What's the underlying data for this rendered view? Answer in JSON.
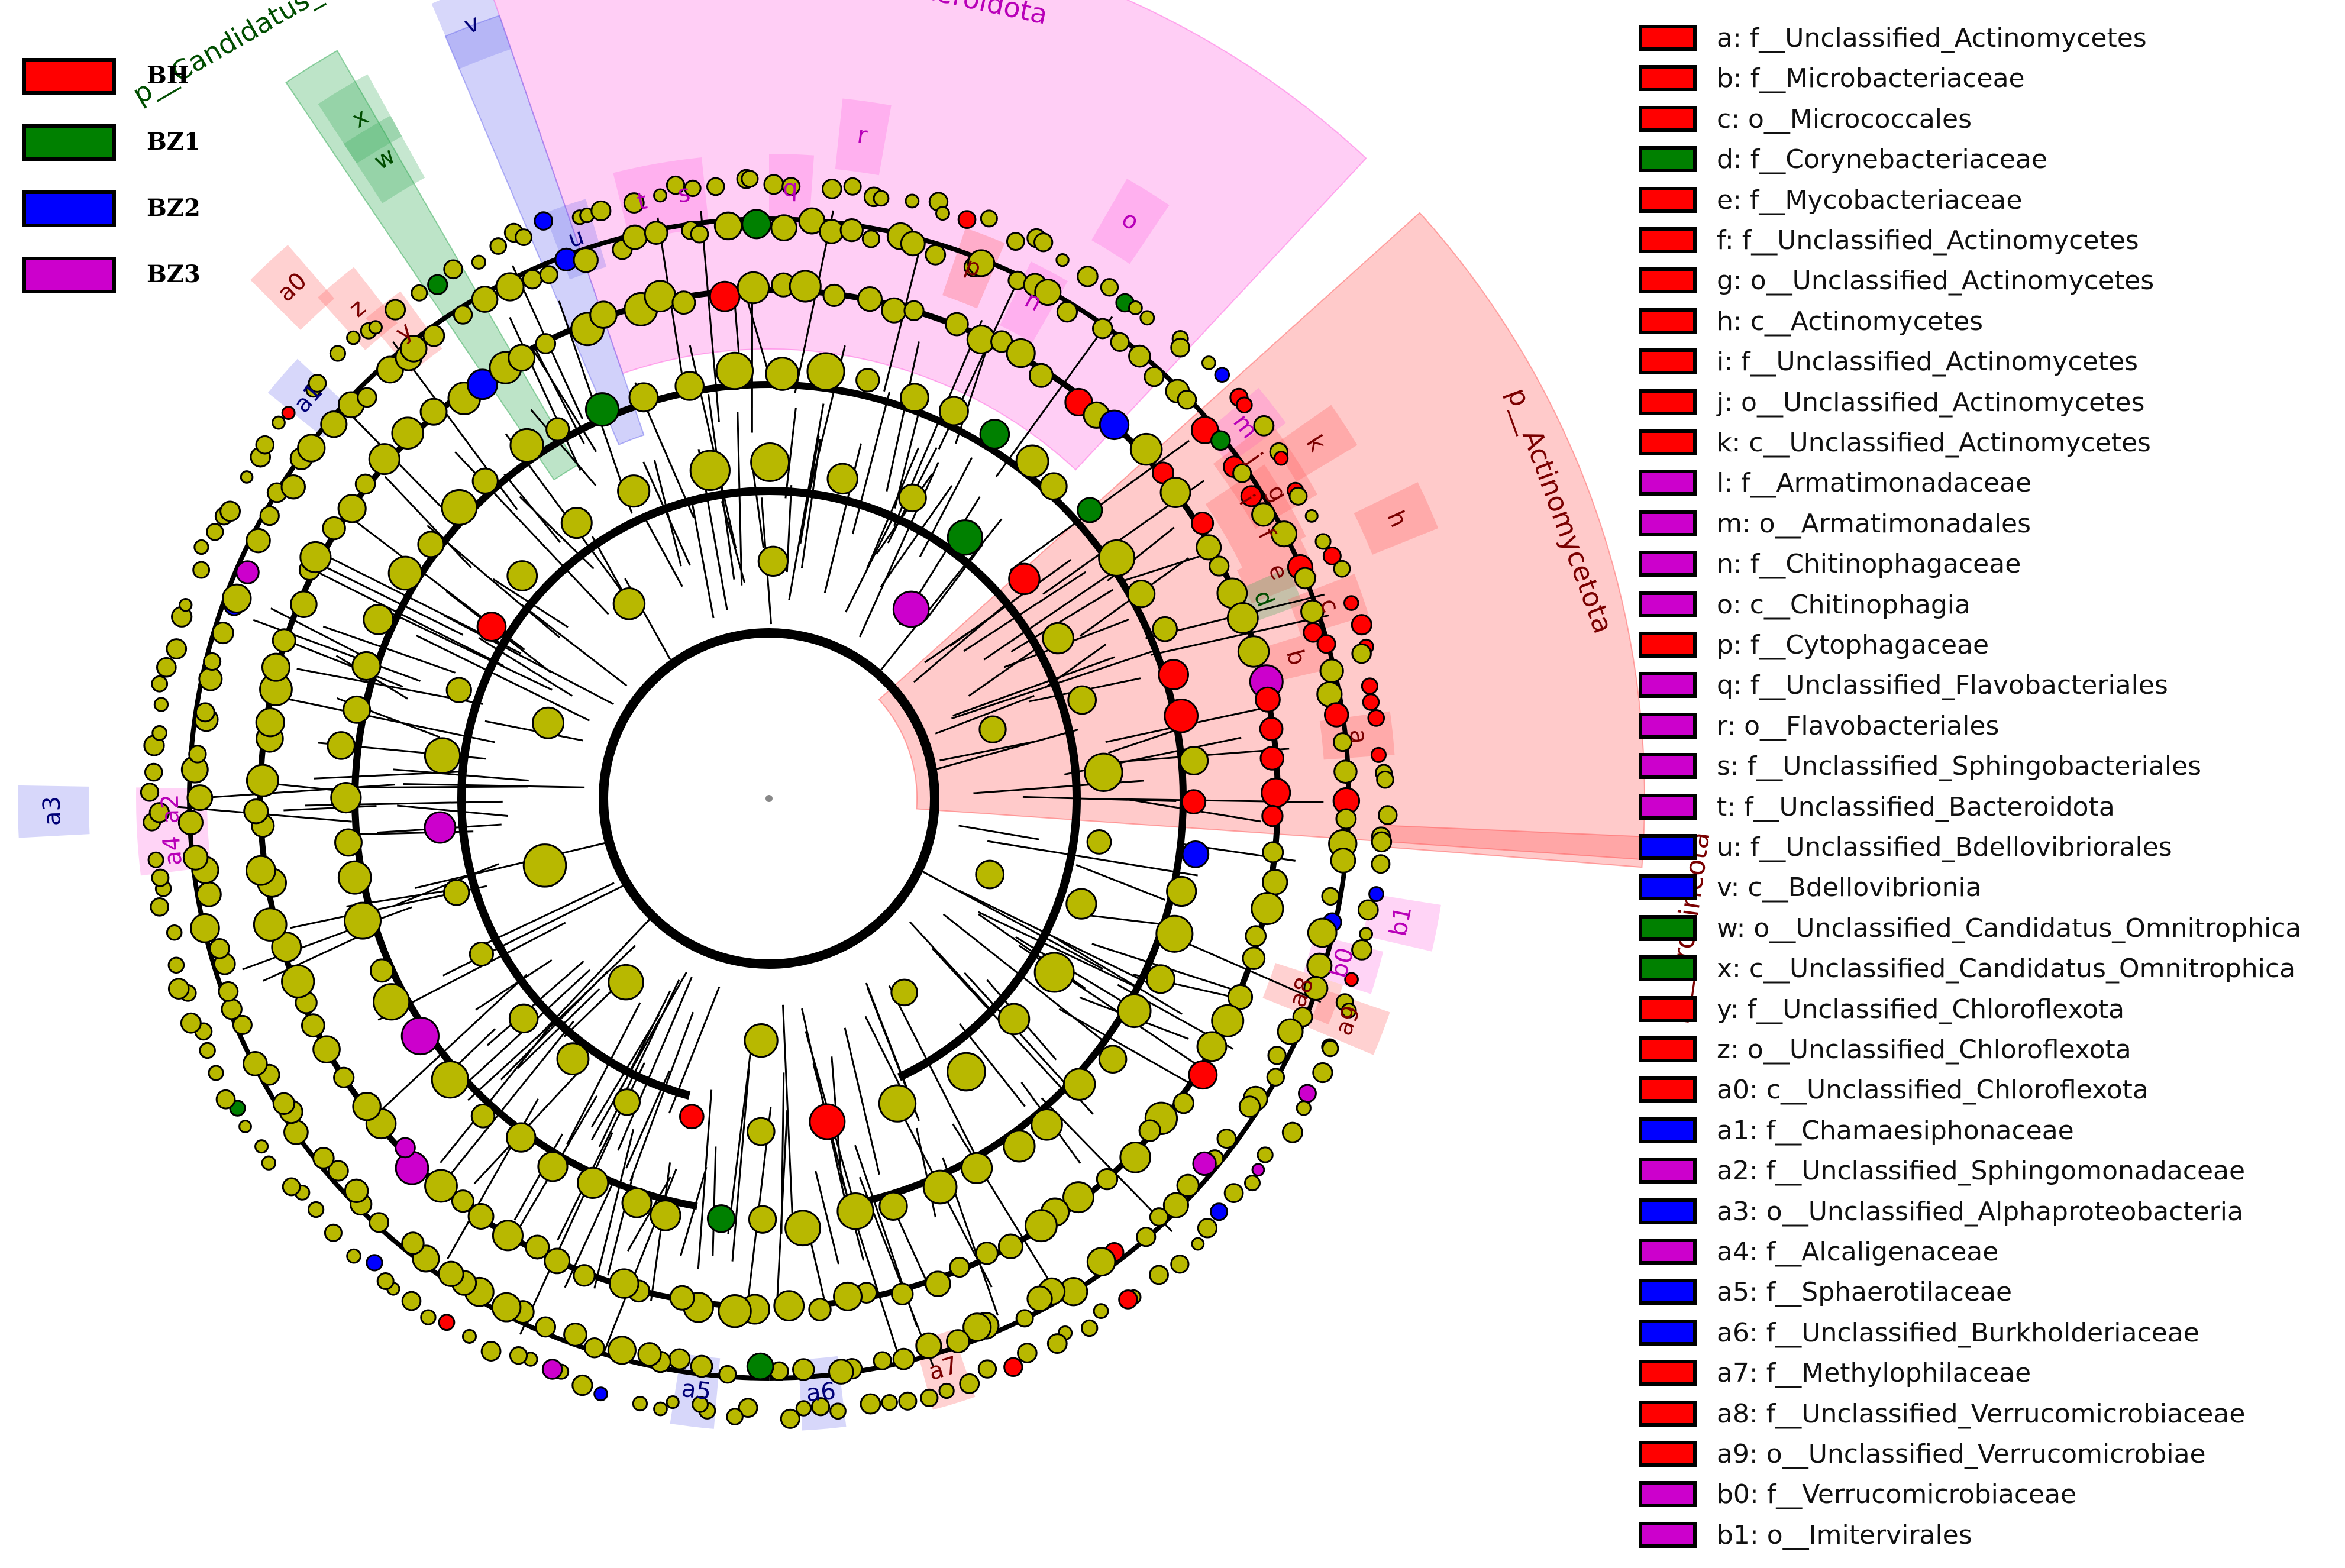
{
  "groups": [
    {
      "name": "BH",
      "color": "#ff0000"
    },
    {
      "name": "BZ1",
      "color": "#008000"
    },
    {
      "name": "BZ2",
      "color": "#0000ff"
    },
    {
      "name": "BZ3",
      "color": "#cc00cc"
    }
  ],
  "node_colors": {
    "neutral": "#b8b800",
    "BH": "#ff0000",
    "BZ1": "#008000",
    "BZ2": "#0000ff",
    "BZ3": "#cc00cc"
  },
  "taxa": [
    {
      "key": "a",
      "label": "a: f__Unclassified_Actinomycetes",
      "group": "BH"
    },
    {
      "key": "b",
      "label": "b: f__Microbacteriaceae",
      "group": "BH"
    },
    {
      "key": "c",
      "label": "c: o__Micrococcales",
      "group": "BH"
    },
    {
      "key": "d",
      "label": "d: f__Corynebacteriaceae",
      "group": "BZ1"
    },
    {
      "key": "e",
      "label": "e: f__Mycobacteriaceae",
      "group": "BH"
    },
    {
      "key": "f",
      "label": "f: f__Unclassified_Actinomycetes",
      "group": "BH"
    },
    {
      "key": "g",
      "label": "g: o__Unclassified_Actinomycetes",
      "group": "BH"
    },
    {
      "key": "h",
      "label": "h: c__Actinomycetes",
      "group": "BH"
    },
    {
      "key": "i",
      "label": "i: f__Unclassified_Actinomycetes",
      "group": "BH"
    },
    {
      "key": "j",
      "label": "j: o__Unclassified_Actinomycetes",
      "group": "BH"
    },
    {
      "key": "k",
      "label": "k: c__Unclassified_Actinomycetes",
      "group": "BH"
    },
    {
      "key": "l",
      "label": "l: f__Armatimonadaceae",
      "group": "BZ3"
    },
    {
      "key": "m",
      "label": "m: o__Armatimonadales",
      "group": "BZ3"
    },
    {
      "key": "n",
      "label": "n: f__Chitinophagaceae",
      "group": "BZ3"
    },
    {
      "key": "o",
      "label": "o: c__Chitinophagia",
      "group": "BZ3"
    },
    {
      "key": "p",
      "label": "p: f__Cytophagaceae",
      "group": "BH"
    },
    {
      "key": "q",
      "label": "q: f__Unclassified_Flavobacteriales",
      "group": "BZ3"
    },
    {
      "key": "r",
      "label": "r: o__Flavobacteriales",
      "group": "BZ3"
    },
    {
      "key": "s",
      "label": "s: f__Unclassified_Sphingobacteriales",
      "group": "BZ3"
    },
    {
      "key": "t",
      "label": "t: f__Unclassified_Bacteroidota",
      "group": "BZ3"
    },
    {
      "key": "u",
      "label": "u: f__Unclassified_Bdellovibriorales",
      "group": "BZ2"
    },
    {
      "key": "v",
      "label": "v: c__Bdellovibrionia",
      "group": "BZ2"
    },
    {
      "key": "w",
      "label": "w: o__Unclassified_Candidatus_Omnitrophica",
      "group": "BZ1"
    },
    {
      "key": "x",
      "label": "x: c__Unclassified_Candidatus_Omnitrophica",
      "group": "BZ1"
    },
    {
      "key": "y",
      "label": "y: f__Unclassified_Chloroflexota",
      "group": "BH"
    },
    {
      "key": "z",
      "label": "z: o__Unclassified_Chloroflexota",
      "group": "BH"
    },
    {
      "key": "a0",
      "label": "a0: c__Unclassified_Chloroflexota",
      "group": "BH"
    },
    {
      "key": "a1",
      "label": "a1: f__Chamaesiphonaceae",
      "group": "BZ2"
    },
    {
      "key": "a2",
      "label": "a2: f__Unclassified_Sphingomonadaceae",
      "group": "BZ3"
    },
    {
      "key": "a3",
      "label": "a3: o__Unclassified_Alphaproteobacteria",
      "group": "BZ2"
    },
    {
      "key": "a4",
      "label": "a4: f__Alcaligenaceae",
      "group": "BZ3"
    },
    {
      "key": "a5",
      "label": "a5: f__Sphaerotilaceae",
      "group": "BZ2"
    },
    {
      "key": "a6",
      "label": "a6: f__Unclassified_Burkholderiaceae",
      "group": "BZ2"
    },
    {
      "key": "a7",
      "label": "a7: f__Methylophilaceae",
      "group": "BH"
    },
    {
      "key": "a8",
      "label": "a8: f__Unclassified_Verrucomicrobiaceae",
      "group": "BH"
    },
    {
      "key": "a9",
      "label": "a9: o__Unclassified_Verrucomicrobiae",
      "group": "BH"
    },
    {
      "key": "b0",
      "label": "b0: f__Verrucomicrobiaceae",
      "group": "BZ3"
    },
    {
      "key": "b1",
      "label": "b1: o__Imitervirales",
      "group": "BZ3"
    }
  ],
  "clades": [
    {
      "name": "p__Bacteroidota",
      "group": "BZ3",
      "a0": -19,
      "a1": 43,
      "r0": 760,
      "r1": 1480
    },
    {
      "name": "p__Actinomycetota",
      "group": "BH",
      "a0": 48,
      "a1": 94,
      "r0": 250,
      "r1": 1480
    },
    {
      "name": "p__Candidatus_Omnitrophica",
      "group": "BZ1",
      "a0": -34,
      "a1": -30,
      "r0": 650,
      "r1": 1460
    },
    {
      "name": "p__Uroviricota",
      "group": "BH",
      "a0": 92.5,
      "a1": 94.5,
      "r0": 1040,
      "r1": 1480
    },
    {
      "name": "",
      "group": "BZ2",
      "a0": -23,
      "a1": -19,
      "r0": 650,
      "r1": 1400
    }
  ],
  "marker_labels": [
    {
      "key": "t",
      "group": "BZ3",
      "angle": -12,
      "rad": 1030
    },
    {
      "key": "s",
      "group": "BZ3",
      "angle": -8,
      "rad": 1030
    },
    {
      "key": "q",
      "group": "BZ3",
      "angle": 2,
      "rad": 1030
    },
    {
      "key": "r",
      "group": "BZ3",
      "angle": 8,
      "rad": 1130
    },
    {
      "key": "o",
      "group": "BZ3",
      "angle": 32,
      "rad": 1150
    },
    {
      "key": "p",
      "group": "BH",
      "angle": 21,
      "rad": 960
    },
    {
      "key": "n",
      "group": "BZ3",
      "angle": 28,
      "rad": 950
    },
    {
      "key": "m",
      "group": "BZ3",
      "angle": 52,
      "rad": 1020
    },
    {
      "key": "k",
      "group": "BH",
      "angle": 57,
      "rad": 1100
    },
    {
      "key": "j",
      "group": "BH",
      "angle": 55,
      "rad": 1000
    },
    {
      "key": "g",
      "group": "BH",
      "angle": 59,
      "rad": 1000
    },
    {
      "key": "i",
      "group": "BH",
      "angle": 58,
      "rad": 950
    },
    {
      "key": "f",
      "group": "BH",
      "angle": 62,
      "rad": 950
    },
    {
      "key": "e",
      "group": "BH",
      "angle": 66,
      "rad": 940
    },
    {
      "key": "d",
      "group": "BZ1",
      "angle": 68,
      "rad": 900
    },
    {
      "key": "h",
      "group": "BH",
      "angle": 66,
      "rad": 1160
    },
    {
      "key": "c",
      "group": "BH",
      "angle": 71,
      "rad": 1000
    },
    {
      "key": "b",
      "group": "BH",
      "angle": 75,
      "rad": 920
    },
    {
      "key": "a",
      "group": "BH",
      "angle": 84,
      "rad": 1000
    },
    {
      "key": "v",
      "group": "BZ2",
      "angle": -21,
      "rad": 1400
    },
    {
      "key": "u",
      "group": "BZ2",
      "angle": -19,
      "rad": 1000
    },
    {
      "key": "x",
      "group": "BZ1",
      "angle": -31,
      "rad": 1340
    },
    {
      "key": "w",
      "group": "BZ1",
      "angle": -31,
      "rad": 1260
    },
    {
      "key": "a0",
      "group": "BH",
      "angle": -43,
      "rad": 1180
    },
    {
      "key": "z",
      "group": "BH",
      "angle": -40,
      "rad": 1080
    },
    {
      "key": "y",
      "group": "BH",
      "angle": -38,
      "rad": 1000
    },
    {
      "key": "a1",
      "group": "BZ2",
      "angle": -49,
      "rad": 1030
    },
    {
      "key": "a3",
      "group": "BZ2",
      "angle": -91,
      "rad": 1210
    },
    {
      "key": "a2",
      "group": "BZ3",
      "angle": -91,
      "rad": 1010
    },
    {
      "key": "a4",
      "group": "BZ3",
      "angle": -95,
      "rad": 1010
    },
    {
      "key": "b1",
      "group": "BZ3",
      "angle": 101,
      "rad": 1090
    },
    {
      "key": "b0",
      "group": "BZ3",
      "angle": 106,
      "rad": 1010
    },
    {
      "key": "a8",
      "group": "BH",
      "angle": 110,
      "rad": 960
    },
    {
      "key": "a9",
      "group": "BH",
      "angle": 111,
      "rad": 1050
    },
    {
      "key": "a7",
      "group": "BH",
      "angle": 163,
      "rad": 1010
    },
    {
      "key": "a6",
      "group": "BZ2",
      "angle": 175,
      "rad": 1010
    },
    {
      "key": "a5",
      "group": "BZ2",
      "angle": 187,
      "rad": 1010
    }
  ]
}
